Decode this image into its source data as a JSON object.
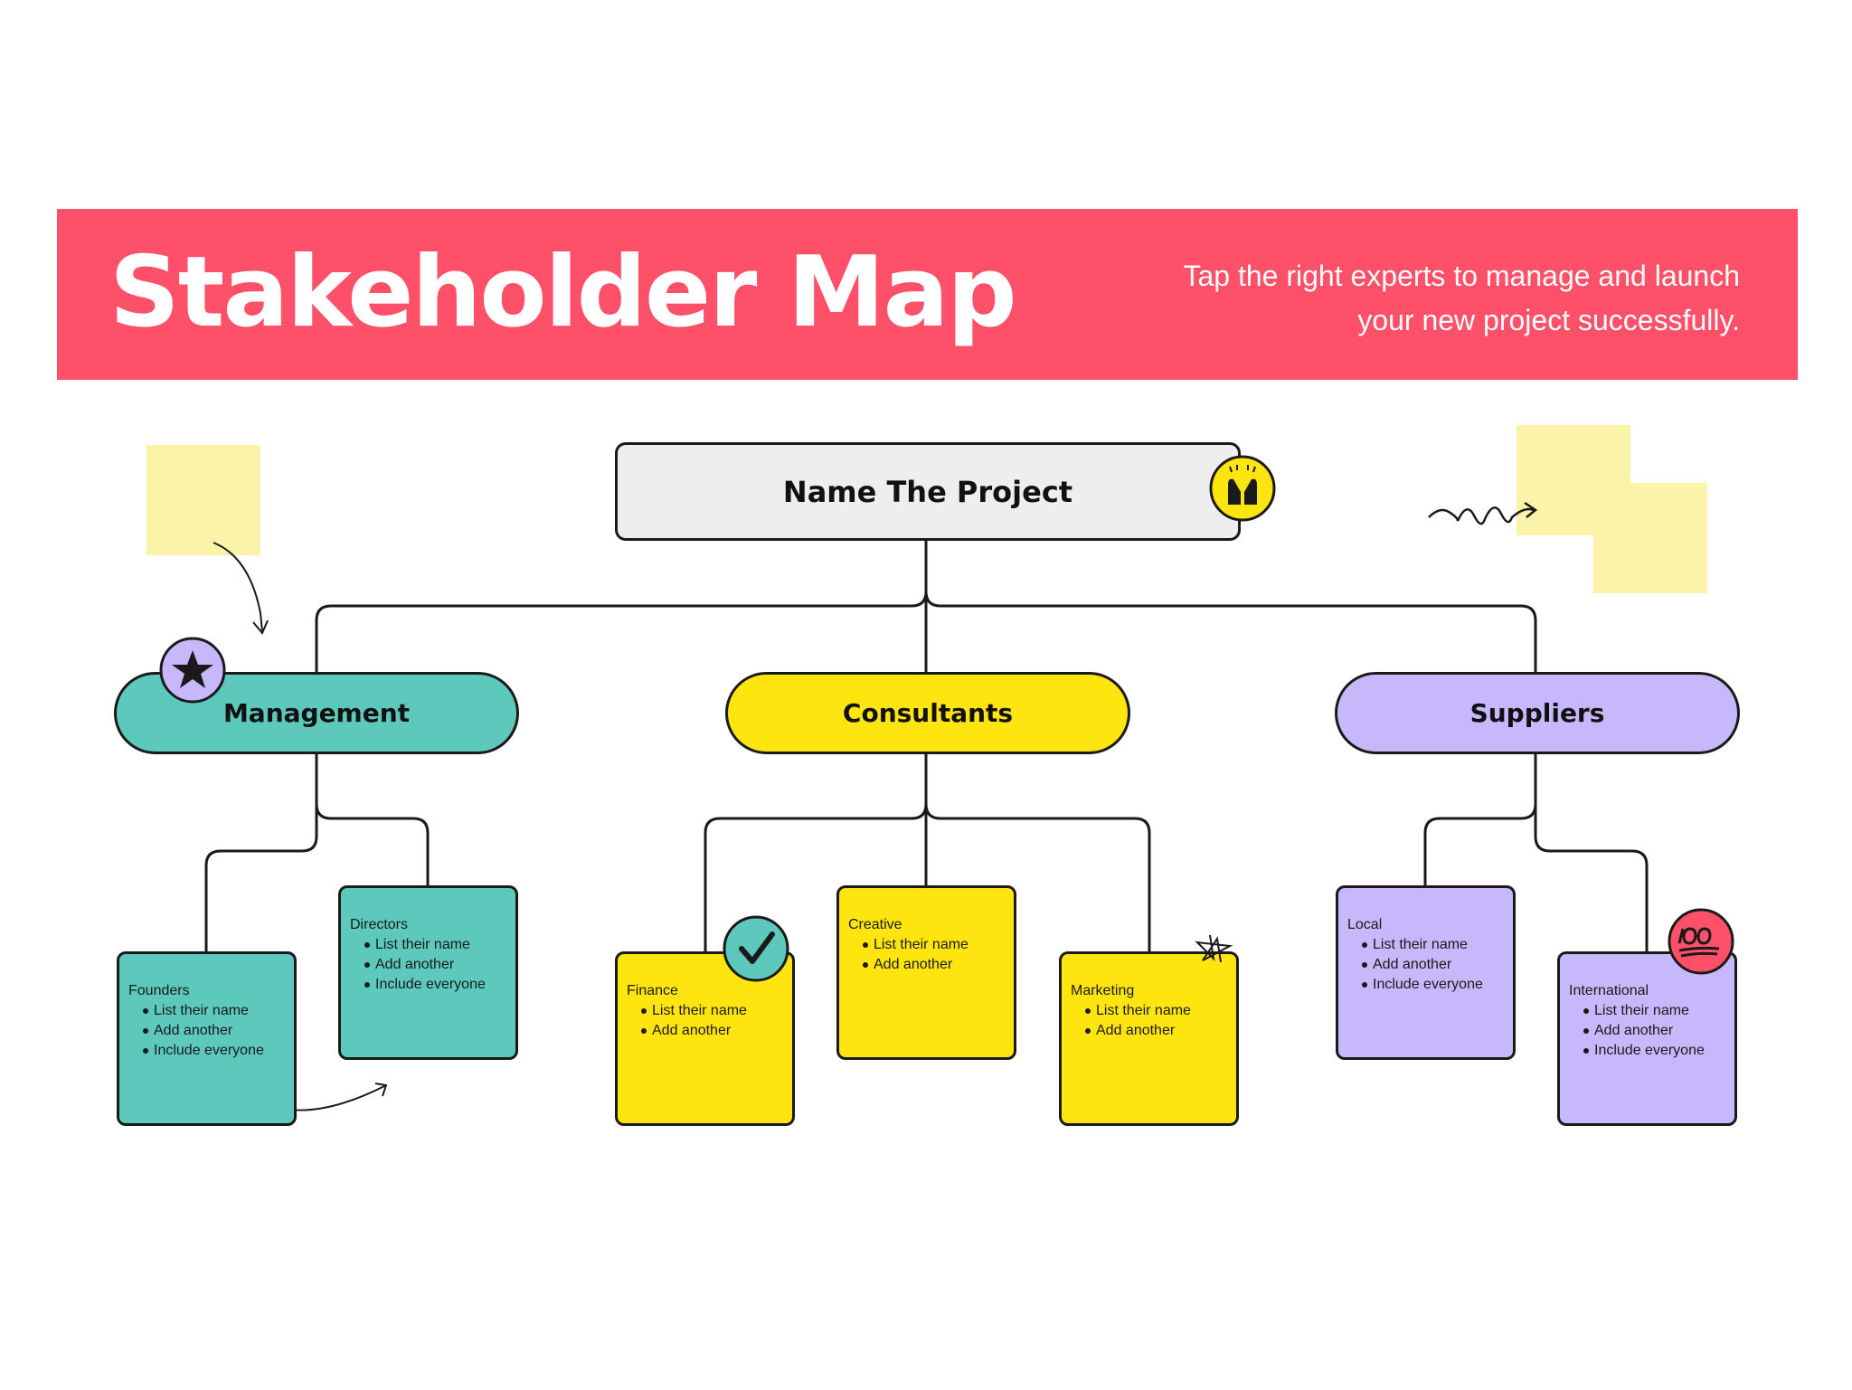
{
  "banner": {
    "title": "Stakeholder Map",
    "subtitle": "Tap the right experts to manage and launch your new project successfully.",
    "color": "#FF5069"
  },
  "root": {
    "label": "Name The Project",
    "color": "#EEEEEE",
    "icon": "raising-hands-icon"
  },
  "categories": [
    {
      "label": "Management",
      "color": "#5CC9BC",
      "icon": "star-icon",
      "cards": [
        {
          "title": "Founders",
          "items": [
            "List their name",
            "Add another",
            "Include everyone"
          ]
        },
        {
          "title": "Directors",
          "items": [
            "List their name",
            "Add another",
            "Include everyone"
          ]
        }
      ]
    },
    {
      "label": "Consultants",
      "color": "#FEE50F",
      "cards": [
        {
          "title": "Finance",
          "items": [
            "List their name",
            "Add another"
          ],
          "icon": "checkmark-icon"
        },
        {
          "title": "Creative",
          "items": [
            "List their name",
            "Add another"
          ]
        },
        {
          "title": "Marketing",
          "items": [
            "List their name",
            "Add another"
          ],
          "icon": "scribble-star-icon"
        }
      ]
    },
    {
      "label": "Suppliers",
      "color": "#C6B8FB",
      "cards": [
        {
          "title": "Local",
          "items": [
            "List their name",
            "Add another",
            "Include everyone"
          ]
        },
        {
          "title": "International",
          "items": [
            "List their name",
            "Add another",
            "Include everyone"
          ],
          "icon": "hundred-points-icon"
        }
      ]
    }
  ],
  "decorations": {
    "sticky_note_color": "#FAF3A8",
    "icons": [
      "curved-arrow-icon",
      "squiggle-arrow-icon",
      "double-arrow-icon"
    ]
  }
}
